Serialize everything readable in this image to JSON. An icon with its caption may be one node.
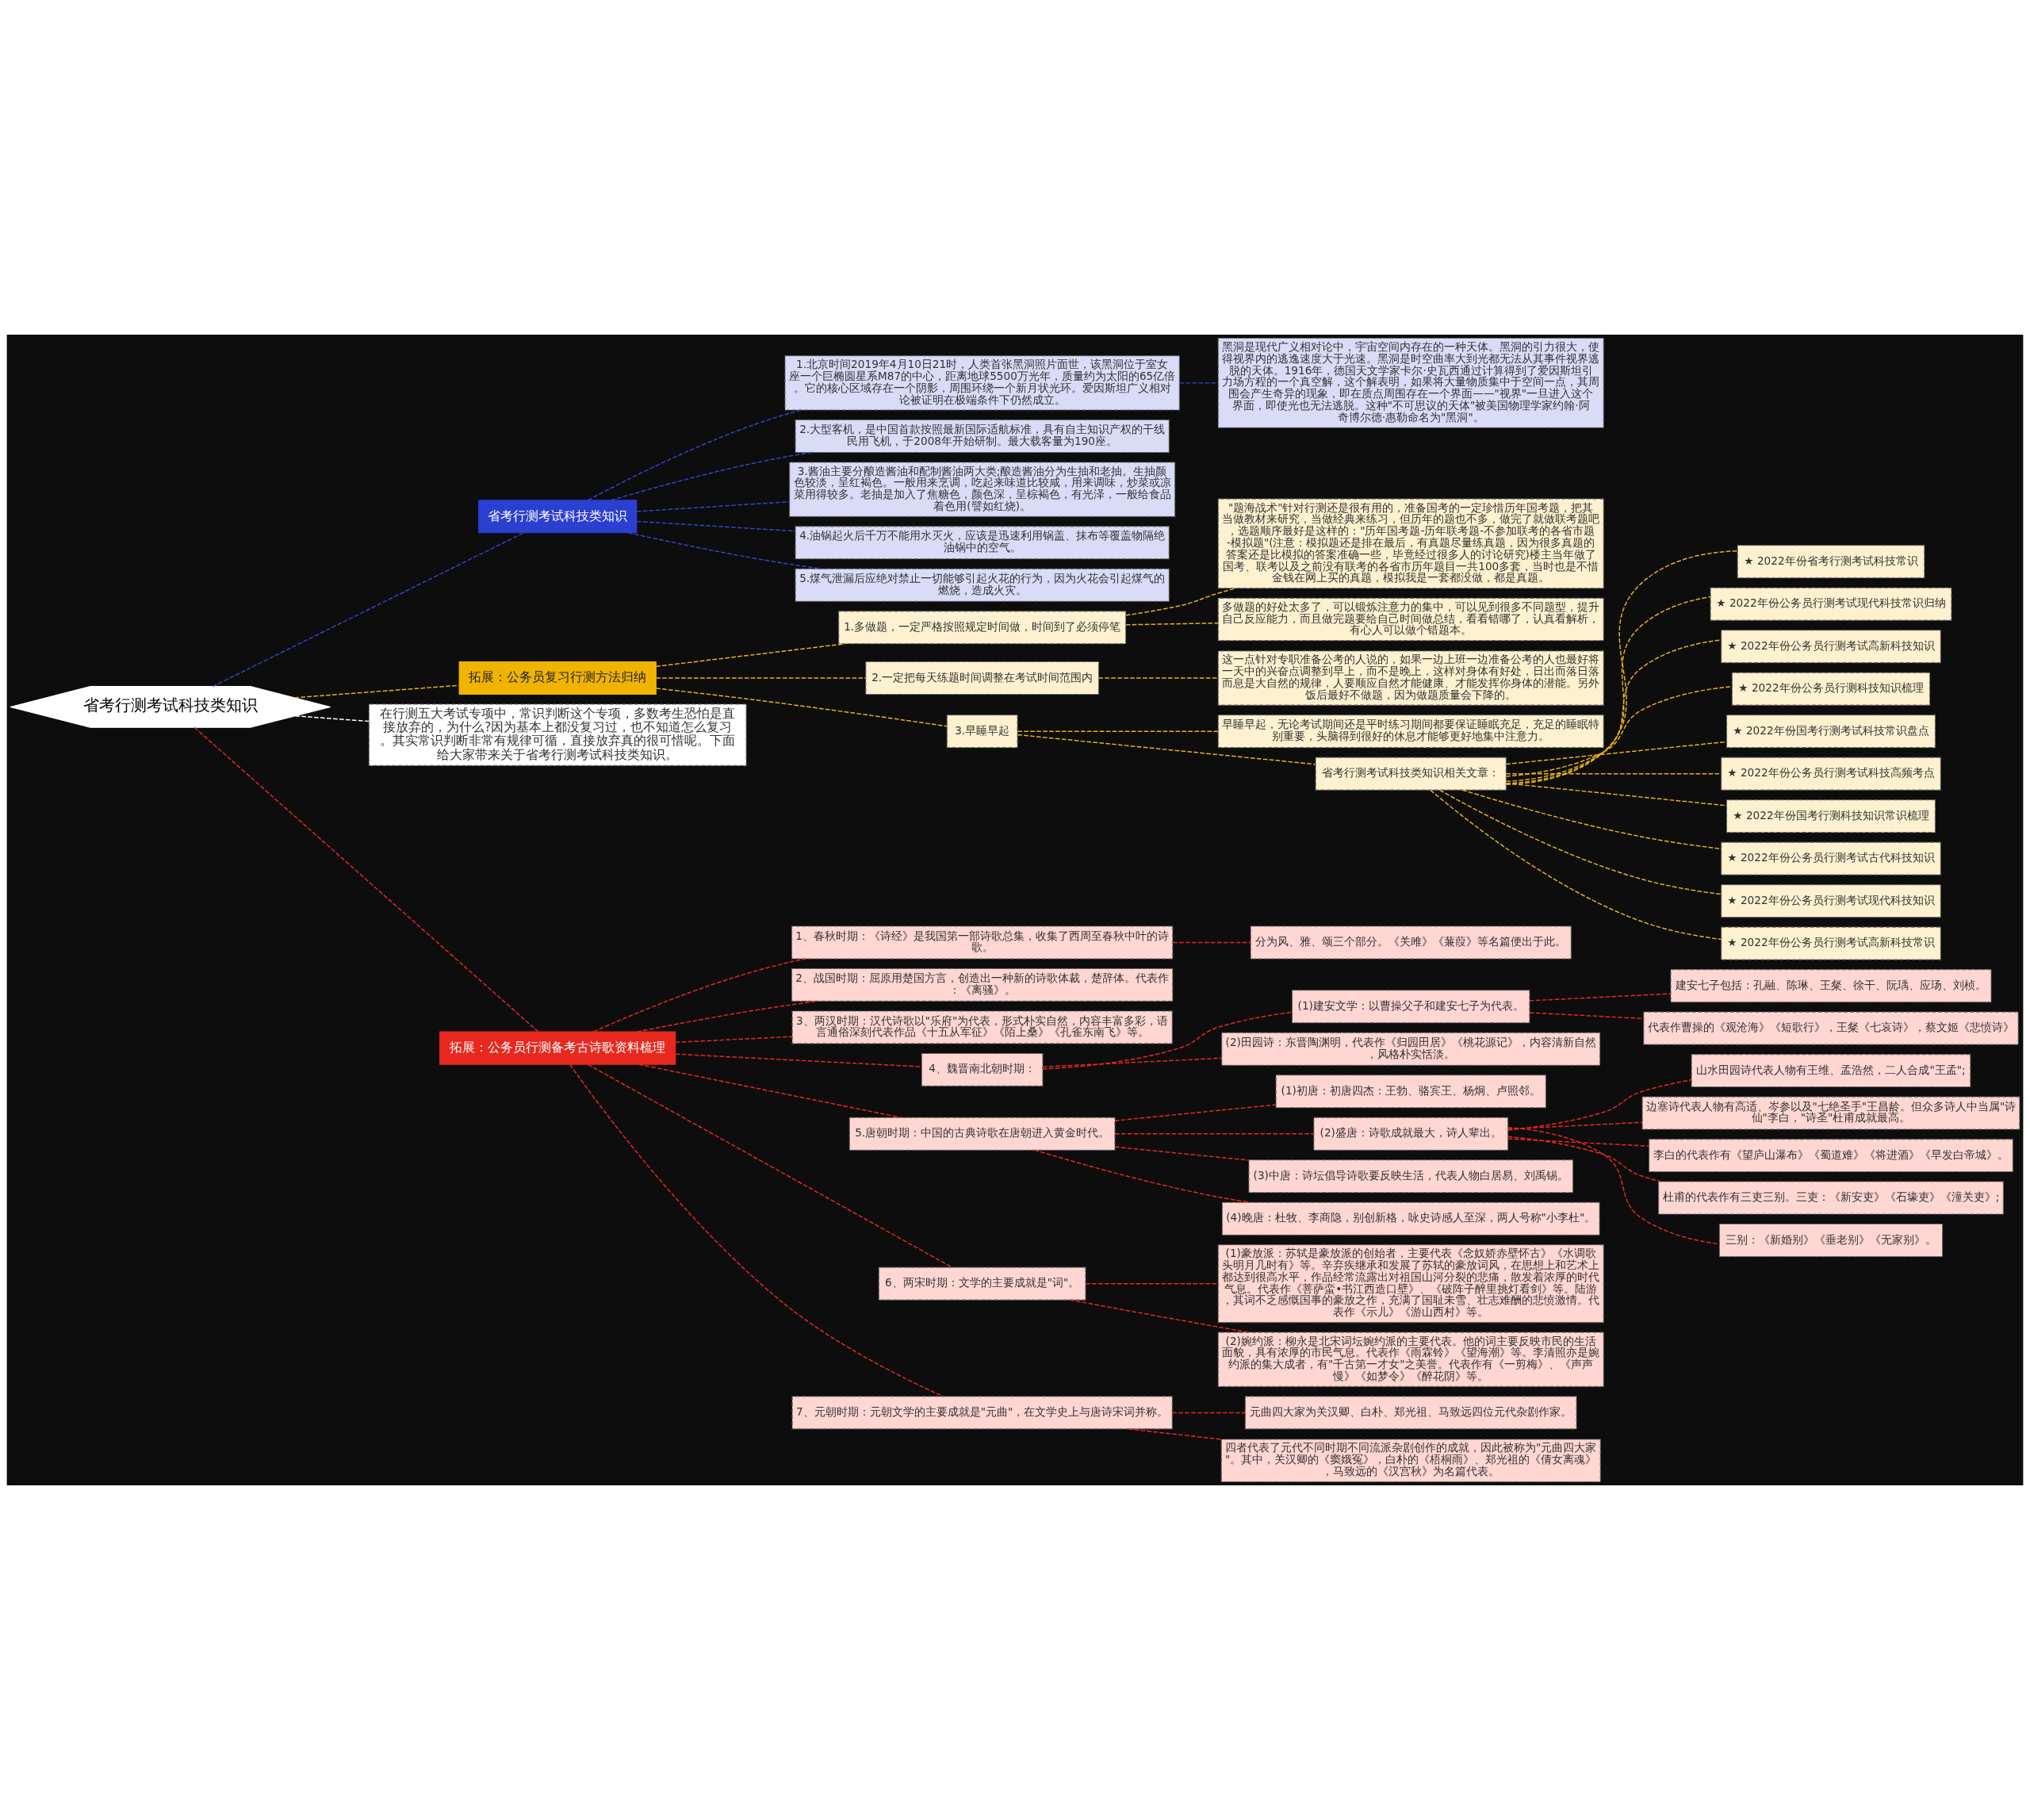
{
  "diagram": {
    "nodes": [
      {
        "text": [
          "省考行测考试科技类知识"
        ]
      },
      {
        "text": [
          "省考行测考试科技类知识"
        ]
      },
      {
        "text": [
          "黑洞是现代广义相对论中，宇宙空间内存在的一种天体。黑洞的引力很大，使得视界内的逃逸速度大于光速。黑洞是时空曲率大到光都无法从其事件视界逃脱的天体。1916年，德国天文学家卡尔·史瓦西通过计算得到了爱因斯坦引力场方程的一个真空解，这个解表明，如果将大量物质集中于空间一点，其周围会产生奇异的现象，即在质点周围存在一个界面——\"视界\"一旦进入这个界面，即使光也无法逃脱。这种\"不可思议的天体\"被美国物理学家约翰·阿奇博尔德·惠勒命名为\"黑洞\"。"
        ]
      },
      {
        "text": [
          "1.北京时间2019年4月10日21时，人类首张黑洞照片面世，该黑洞位于室女座一个巨椭圆星系M87的中心，距离地球5500万光年，质量约为太阳的65亿倍。它的核心区域存在一个阴影，周围环绕一个新月状光环。爱因斯坦广义相对论被证明在极端条件下仍然成立。"
        ]
      },
      {
        "text": [
          "2.大型客机，是中国首款按照最新国际适航标准，具有自主知识产权的干线民用飞机，于2008年开始研制。最大载客量为190座。"
        ]
      },
      {
        "text": [
          "3.酱油主要分酿造酱油和配制酱油两大类;酿造酱油分为生抽和老抽。生抽颜色较淡，呈红褐色。一般用来烹调，吃起来味道比较咸，用来调味，炒菜或凉菜用得较多。老抽是加入了焦糖色，颜色深，呈棕褐色，有光泽，一般给食品着色用(譬如红烧)。"
        ]
      },
      {
        "text": [
          "4.油锅起火后千万不能用水灭火，应该是迅速利用锅盖、抹布等覆盖物隔绝油锅中的空气。"
        ]
      },
      {
        "text": [
          "5.煤气泄漏后应绝对禁止一切能够引起火花的行为，因为火花会引起煤气的燃烧，造成火灾。"
        ]
      },
      {
        "text": [
          "拓展：公务员复习行测方法归纳"
        ]
      },
      {
        "text": [
          "1.多做题，一定严格按照规定时间做，时间到了必须停笔"
        ]
      },
      {
        "text": [
          "\"题海战术\"针对行测还是很有用的，准备国考的一定珍惜历年国考题，把其当做教材来研究，当做经典来练习，但历年的题也不多，做完了就做联考题吧，选题顺序最好是这样的：\"历年国考题-历年联考题-不参加联考的各省市题-模拟题\"(注意：模拟题还是排在最后，有真题尽量练真题，因为很多真题的答案还是比模拟的答案准确一些，毕竟经过很多人的讨论研究)楼主当年做了国考、联考以及之前没有联考的各省市历年题目一共100多套，当时也是不惜金钱在网上买的真题，模拟我是一套都没做，都是真题。"
        ]
      },
      {
        "text": [
          "多做题的好处太多了，可以锻炼注意力的集中，可以见到很多不同题型，提升自己反应能力，而且做完题要给自己时间做总结，看看错哪了，认真看解析，有心人可以做个错题本。"
        ]
      },
      {
        "text": [
          "2.一定把每天练题时间调整在考试时间范围内"
        ]
      },
      {
        "text": [
          "这一点针对专职准备公考的人说的，如果一边上班一边准备公考的人也最好将一天中的兴奋点调整到早上，而不是晚上，这样对身体有好处，日出而落日落而息是大自然的规律，人要顺应自然才能健康、才能发挥你身体的潜能。另外饭后最好不做题，因为做题质量会下降的。"
        ]
      },
      {
        "text": [
          "3.早睡早起"
        ]
      },
      {
        "text": [
          "早睡早起，无论考试期间还是平时练习期间都要保证睡眠充足，充足的睡眠特别重要，头脑得到很好的休息才能够更好地集中注意力。"
        ]
      },
      {
        "text": [
          "省考行测考试科技类知识相关文章："
        ]
      },
      {
        "text": [
          "★ 2022年份省考行测考试科技常识"
        ]
      },
      {
        "text": [
          "★ 2022年份公务员行测考试现代科技常识归纳"
        ]
      },
      {
        "text": [
          "★ 2022年份公务员行测考试高新科技知识"
        ]
      },
      {
        "text": [
          "★ 2022年份公务员行测科技知识梳理"
        ]
      },
      {
        "text": [
          "★ 2022年份国考行测考试科技常识盘点"
        ]
      },
      {
        "text": [
          "★ 2022年份公务员行测考试科技高频考点"
        ]
      },
      {
        "text": [
          "★ 2022年份国考行测科技知识常识梳理"
        ]
      },
      {
        "text": [
          "★ 2022年份公务员行测考试古代科技知识"
        ]
      },
      {
        "text": [
          "★ 2022年份公务员行测考试现代科技知识"
        ]
      },
      {
        "text": [
          "★ 2022年份公务员行测考试高新科技常识"
        ]
      },
      {
        "text": [
          "在行测五大考试专项中，常识判断这个专项，多数考生恐怕是直接放弃的，为什么?因为基本上都没复习过，也不知道怎么复习。其实常识判断非常有规律可循，直接放弃真的很可惜呢。下面给大家带来关于省考行测考试科技类知识。"
        ]
      },
      {
        "text": [
          "拓展：公务员行测备考古诗歌资料梳理"
        ]
      },
      {
        "text": [
          "1、春秋时期：《诗经》是我国第一部诗歌总集，收集了西周至春秋中叶的诗歌。"
        ]
      },
      {
        "text": [
          "分为风、雅、颂三个部分。《关雎》《蒹葭》等名篇便出于此。"
        ]
      },
      {
        "text": [
          "2、战国时期：屈原用楚国方言，创造出一种新的诗歌体裁，楚辞体。代表作：《离骚》。"
        ]
      },
      {
        "text": [
          "3、两汉时期：汉代诗歌以\"乐府\"为代表，形式朴实自然，内容丰富多彩，语言通俗深刻代表作品《十五从军征》《陌上桑》《孔雀东南飞》等。"
        ]
      },
      {
        "text": [
          "4、魏晋南北朝时期："
        ]
      },
      {
        "text": [
          "(1)建安文学：以曹操父子和建安七子为代表。"
        ]
      },
      {
        "text": [
          "建安七子包括：孔融、陈琳、王粲、徐干、阮瑀、应玚、刘桢。"
        ]
      },
      {
        "text": [
          "代表作曹操的《观沧海》《短歌行》，王粲《七哀诗》，蔡文姬《悲愤诗》"
        ]
      },
      {
        "text": [
          "(2)田园诗：东晋陶渊明，代表作《归园田居》《桃花源记》，内容清新自然，风格朴实恬淡。"
        ]
      },
      {
        "text": [
          "5.唐朝时期：中国的古典诗歌在唐朝进入黄金时代。"
        ]
      },
      {
        "text": [
          "(1)初唐：初唐四杰：王勃、骆宾王、杨炯、卢照邻。"
        ]
      },
      {
        "text": [
          "(2)盛唐：诗歌成就最大，诗人辈出。"
        ]
      },
      {
        "text": [
          "山水田园诗代表人物有王维、孟浩然，二人合成\"王孟\";"
        ]
      },
      {
        "text": [
          "边塞诗代表人物有高适、岑参以及\"七绝圣手\"王昌龄。但众多诗人中当属\"诗仙\"李白，\"诗圣\"杜甫成就最高。"
        ]
      },
      {
        "text": [
          "李白的代表作有《望庐山瀑布》《蜀道难》《将进酒》《早发白帝城》。"
        ]
      },
      {
        "text": [
          "杜甫的代表作有三吏三别。三吏：《新安吏》《石壕吏》《潼关吏》;"
        ]
      },
      {
        "text": [
          "三别：《新婚别》《垂老别》《无家别》。"
        ]
      },
      {
        "text": [
          "(3)中唐：诗坛倡导诗歌要反映生活，代表人物白居易、刘禹锡。"
        ]
      },
      {
        "text": [
          "(4)晚唐：杜牧、李商隐，别创新格，咏史诗感人至深，两人号称\"小李杜\"。"
        ]
      },
      {
        "text": [
          "6、两宋时期：文学的主要成就是\"词\"。"
        ]
      },
      {
        "text": [
          "(1)豪放派：苏轼是豪放派的创始者，主要代表《念奴娇赤壁怀古》《水调歌头明月几时有》等。辛弃疾继承和发展了苏轼的豪放词风，在思想上和艺术上都达到很高水平，作品经常流露出对祖国山河分裂的悲痛，散发着浓厚的时代气息。代表作《菩萨蛮•书江西造口壁》、《破阵子醉里挑灯看剑》等。陆游，其词不乏感慨国事的豪放之作，充满了国耻未雪、壮志难酬的悲愤激情。代表作《示儿》《游山西村》等。"
        ]
      },
      {
        "text": [
          "(2)婉约派：柳永是北宋词坛婉约派的主要代表。他的词主要反映市民的生活面貌，具有浓厚的市民气息。代表作《雨霖铃》《望海潮》等。李清照亦是婉约派的集大成者，有\"千古第一才女\"之美誉。代表作有《一剪梅》、《声声慢》《如梦令》《醉花阴》等。"
        ]
      },
      {
        "text": [
          "7、元朝时期：元朝文学的主要成就是\"元曲\"，在文学史上与唐诗宋词并称。"
        ]
      },
      {
        "text": [
          "元曲四大家为关汉卿、白朴、郑光祖、马致远四位元代杂剧作家。"
        ]
      },
      {
        "text": [
          "四者代表了元代不同时期不同流派杂剧创作的成就，因此被称为\"元曲四大家\"。其中，关汉卿的《窦娥冤》，白朴的《梧桐雨》、郑光祖的《倩女离魂》，马致远的《汉宫秋》为名篇代表。"
        ]
      }
    ],
    "edges": [
      {
        "from": 0,
        "to": 1,
        "arrow": "none",
        "style": "dashed",
        "color": "#3344cc"
      },
      {
        "from": 1,
        "to": 3,
        "arrow": "none",
        "style": "dashed",
        "color": "#3344cc"
      },
      {
        "from": 3,
        "to": 2,
        "arrow": "none",
        "style": "dashed",
        "color": "#3344cc"
      },
      {
        "from": 1,
        "to": 4,
        "arrow": "none",
        "style": "dashed",
        "color": "#3344cc"
      },
      {
        "from": 1,
        "to": 5,
        "arrow": "none",
        "style": "dashed",
        "color": "#3344cc"
      },
      {
        "from": 1,
        "to": 6,
        "arrow": "none",
        "style": "dashed",
        "color": "#3344cc"
      },
      {
        "from": 1,
        "to": 7,
        "arrow": "none",
        "style": "dashed",
        "color": "#3344cc"
      },
      {
        "from": 0,
        "to": 8,
        "arrow": "none",
        "style": "dashed",
        "color": "#e8b020"
      },
      {
        "from": 8,
        "to": 9,
        "arrow": "none",
        "style": "dashed",
        "color": "#e8b020"
      },
      {
        "from": 9,
        "to": 10,
        "arrow": "none",
        "style": "dashed",
        "color": "#e8b020"
      },
      {
        "from": 9,
        "to": 11,
        "arrow": "none",
        "style": "dashed",
        "color": "#e8b020"
      },
      {
        "from": 8,
        "to": 12,
        "arrow": "none",
        "style": "dashed",
        "color": "#e8b020"
      },
      {
        "from": 12,
        "to": 13,
        "arrow": "none",
        "style": "dashed",
        "color": "#e8b020"
      },
      {
        "from": 8,
        "to": 14,
        "arrow": "none",
        "style": "dashed",
        "color": "#e8b020"
      },
      {
        "from": 14,
        "to": 15,
        "arrow": "none",
        "style": "dashed",
        "color": "#e8b020"
      },
      {
        "from": 14,
        "to": 16,
        "arrow": "none",
        "style": "dashed",
        "color": "#e8b020"
      },
      {
        "from": 16,
        "to": 17,
        "arrow": "none",
        "style": "dashed",
        "color": "#e8b020"
      },
      {
        "from": 16,
        "to": 18,
        "arrow": "none",
        "style": "dashed",
        "color": "#e8b020"
      },
      {
        "from": 16,
        "to": 19,
        "arrow": "none",
        "style": "dashed",
        "color": "#e8b020"
      },
      {
        "from": 16,
        "to": 20,
        "arrow": "none",
        "style": "dashed",
        "color": "#e8b020"
      },
      {
        "from": 16,
        "to": 21,
        "arrow": "none",
        "style": "dashed",
        "color": "#e8b020"
      },
      {
        "from": 16,
        "to": 22,
        "arrow": "none",
        "style": "dashed",
        "color": "#e8b020"
      },
      {
        "from": 16,
        "to": 23,
        "arrow": "none",
        "style": "dashed",
        "color": "#e8b020"
      },
      {
        "from": 16,
        "to": 24,
        "arrow": "none",
        "style": "dashed",
        "color": "#e8b020"
      },
      {
        "from": 16,
        "to": 25,
        "arrow": "none",
        "style": "dashed",
        "color": "#e8b020"
      },
      {
        "from": 16,
        "to": 26,
        "arrow": "none",
        "style": "dashed",
        "color": "#e8b020"
      },
      {
        "from": 0,
        "to": 27,
        "arrow": "none",
        "style": "dashed",
        "color": "#ffffff"
      },
      {
        "from": 0,
        "to": 28,
        "arrow": "none",
        "style": "dashed",
        "color": "#e8281e"
      },
      {
        "from": 28,
        "to": 29,
        "arrow": "none",
        "style": "dashed",
        "color": "#e8281e"
      },
      {
        "from": 29,
        "to": 30,
        "arrow": "none",
        "style": "dashed",
        "color": "#e8281e"
      },
      {
        "from": 28,
        "to": 31,
        "arrow": "none",
        "style": "dashed",
        "color": "#e8281e"
      },
      {
        "from": 28,
        "to": 32,
        "arrow": "none",
        "style": "dashed",
        "color": "#e8281e"
      },
      {
        "from": 28,
        "to": 33,
        "arrow": "none",
        "style": "dashed",
        "color": "#e8281e"
      },
      {
        "from": 33,
        "to": 34,
        "arrow": "none",
        "style": "dashed",
        "color": "#e8281e"
      },
      {
        "from": 34,
        "to": 35,
        "arrow": "none",
        "style": "dashed",
        "color": "#e8281e"
      },
      {
        "from": 34,
        "to": 36,
        "arrow": "none",
        "style": "dashed",
        "color": "#e8281e"
      },
      {
        "from": 33,
        "to": 37,
        "arrow": "none",
        "style": "dashed",
        "color": "#e8281e"
      },
      {
        "from": 28,
        "to": 38,
        "arrow": "none",
        "style": "dashed",
        "color": "#e8281e"
      },
      {
        "from": 38,
        "to": 39,
        "arrow": "none",
        "style": "dashed",
        "color": "#e8281e"
      },
      {
        "from": 38,
        "to": 40,
        "arrow": "none",
        "style": "dashed",
        "color": "#e8281e"
      },
      {
        "from": 40,
        "to": 41,
        "arrow": "none",
        "style": "dashed",
        "color": "#e8281e"
      },
      {
        "from": 40,
        "to": 42,
        "arrow": "none",
        "style": "dashed",
        "color": "#e8281e"
      },
      {
        "from": 40,
        "to": 43,
        "arrow": "none",
        "style": "dashed",
        "color": "#e8281e"
      },
      {
        "from": 40,
        "to": 44,
        "arrow": "none",
        "style": "dashed",
        "color": "#e8281e"
      },
      {
        "from": 40,
        "to": 45,
        "arrow": "none",
        "style": "dashed",
        "color": "#e8281e"
      },
      {
        "from": 38,
        "to": 46,
        "arrow": "none",
        "style": "dashed",
        "color": "#e8281e"
      },
      {
        "from": 38,
        "to": 47,
        "arrow": "none",
        "style": "dashed",
        "color": "#e8281e"
      },
      {
        "from": 28,
        "to": 48,
        "arrow": "none",
        "style": "dashed",
        "color": "#e8281e"
      },
      {
        "from": 48,
        "to": 49,
        "arrow": "none",
        "style": "dashed",
        "color": "#e8281e"
      },
      {
        "from": 48,
        "to": 50,
        "arrow": "none",
        "style": "dashed",
        "color": "#e8281e"
      },
      {
        "from": 28,
        "to": 51,
        "arrow": "none",
        "style": "dashed",
        "color": "#e8281e"
      },
      {
        "from": 51,
        "to": 52,
        "arrow": "none",
        "style": "dashed",
        "color": "#e8281e"
      },
      {
        "from": 51,
        "to": 53,
        "arrow": "none",
        "style": "dashed",
        "color": "#e8281e"
      }
    ]
  }
}
